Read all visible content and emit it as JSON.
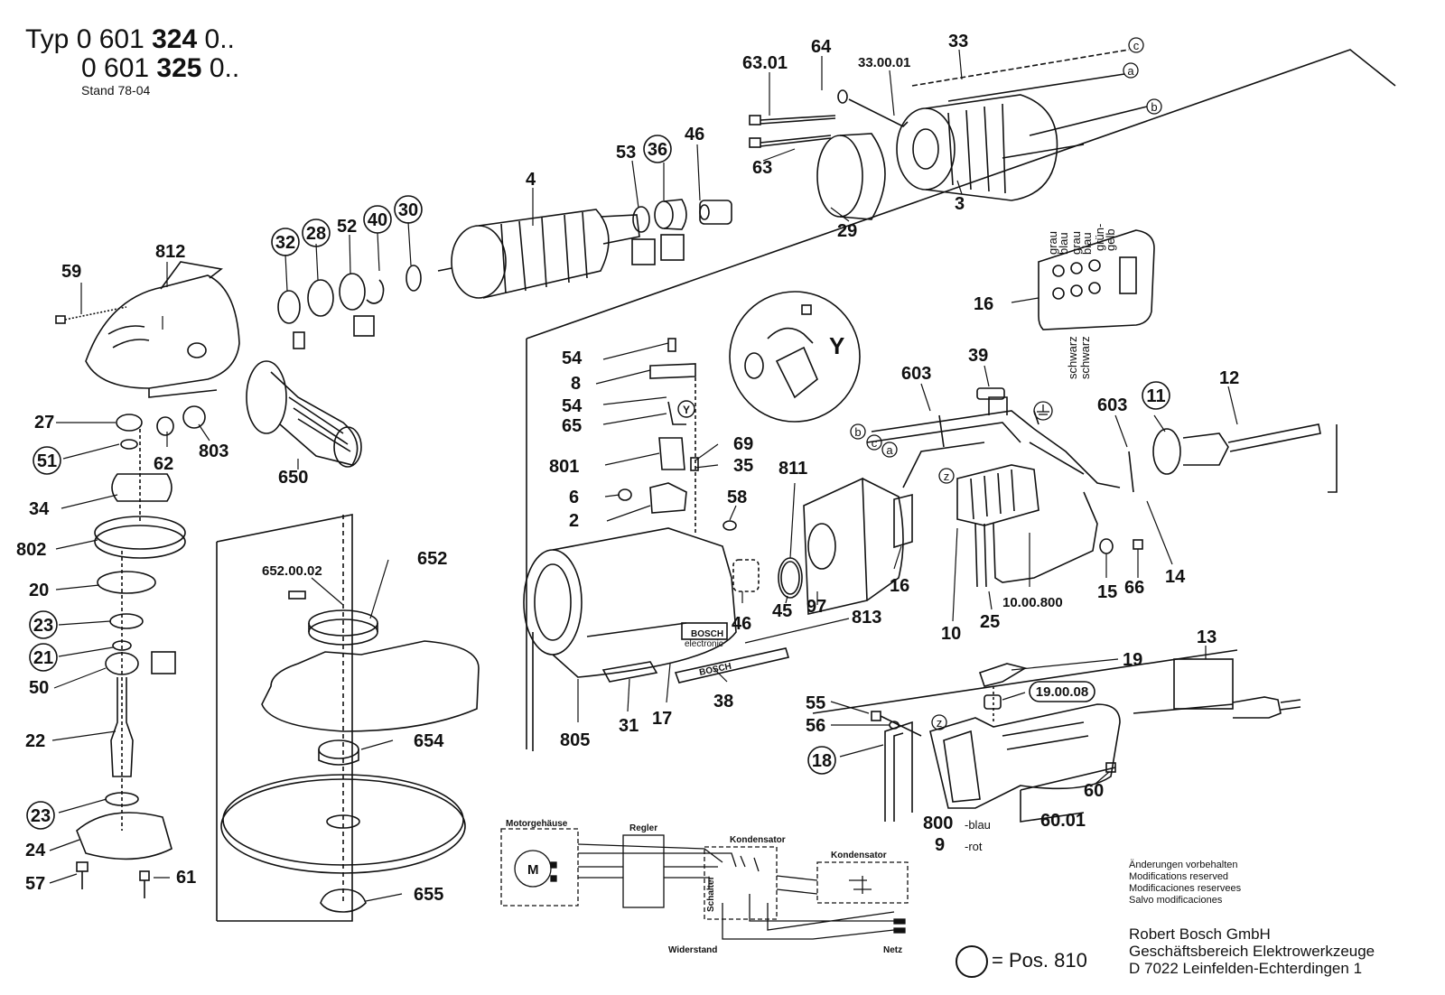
{
  "header": {
    "typ_label": "Typ",
    "model_line_1_prefix": "0 601",
    "model_line_1_bold": "324",
    "model_line_1_suffix": "0..",
    "model_line_2_prefix": "0 601",
    "model_line_2_bold": "325",
    "model_line_2_suffix": "0..",
    "stand": "Stand 78-04"
  },
  "parts": {
    "p63_01": "63.01",
    "p64": "64",
    "p33_00_01": "33.00.01",
    "p33": "33",
    "p63": "63",
    "p53": "53",
    "p36": "36",
    "p46a": "46",
    "p4": "4",
    "p29": "29",
    "p3": "3",
    "p32": "32",
    "p28": "28",
    "p52": "52",
    "p40": "40",
    "p30": "30",
    "p812": "812",
    "p59": "59",
    "p27": "27",
    "p51": "51",
    "p62": "62",
    "p803": "803",
    "p650": "650",
    "p34": "34",
    "p802": "802",
    "p20": "20",
    "p23a": "23",
    "p21": "21",
    "p50": "50",
    "p22": "22",
    "p23b": "23",
    "p24": "24",
    "p57": "57",
    "p61": "61",
    "p652_00_02": "652.00.02",
    "p652": "652",
    "p654": "654",
    "p655": "655",
    "p54a": "54",
    "p8": "8",
    "p54b": "54",
    "p65": "65",
    "pY_circle": "Y",
    "p801": "801",
    "p69": "69",
    "p35": "35",
    "p6": "6",
    "p58": "58",
    "p2": "2",
    "p805": "805",
    "p31": "31",
    "p17": "17",
    "p38": "38",
    "p46b": "46",
    "p45": "45",
    "p97": "97",
    "p813": "813",
    "p811": "811",
    "p16a": "16",
    "p16b": "16",
    "pY_big": "Y",
    "p603a": "603",
    "p39": "39",
    "p603b": "603",
    "p11": "11",
    "p12": "12",
    "p10": "10",
    "p25": "25",
    "p10_00_800": "10.00.800",
    "p15": "15",
    "p66": "66",
    "p14": "14",
    "p19": "19",
    "p19_00_08": "19.00.08",
    "p13": "13",
    "p55": "55",
    "p56": "56",
    "p18": "18",
    "p60": "60",
    "p60_01": "60.01",
    "p800": "800",
    "p9": "9",
    "p_blau": "-blau",
    "p_rot": "-rot",
    "wire_a": "a",
    "wire_b": "b",
    "wire_c": "c",
    "wire_z": "z"
  },
  "terminal_labels": {
    "top": [
      "grau",
      "blau",
      "grau",
      "blau",
      "grün-",
      "gelb"
    ],
    "bottom": [
      "schwarz",
      "schwarz"
    ]
  },
  "schematic": {
    "motorgehause": "Motorgehäuse",
    "regler": "Regler",
    "kondensator_1": "Kondensator",
    "kondensator_2": "Kondensator",
    "schalter": "Schalter",
    "widerstand": "Widerstand",
    "netz": "Netz",
    "motor_symbol": "M"
  },
  "legend": {
    "text": "= Pos. 810"
  },
  "notes": [
    "Änderungen vorbehalten",
    "Modifications reserved",
    "Modificaciones reservees",
    "Salvo modificaciones"
  ],
  "company": [
    "Robert Bosch GmbH",
    "Geschäftsbereich Elektrowerkzeuge",
    "D 7022 Leinfelden-Echterdingen 1"
  ],
  "brand_marks": {
    "bosch": "BOSCH",
    "electronic": "electronic"
  }
}
